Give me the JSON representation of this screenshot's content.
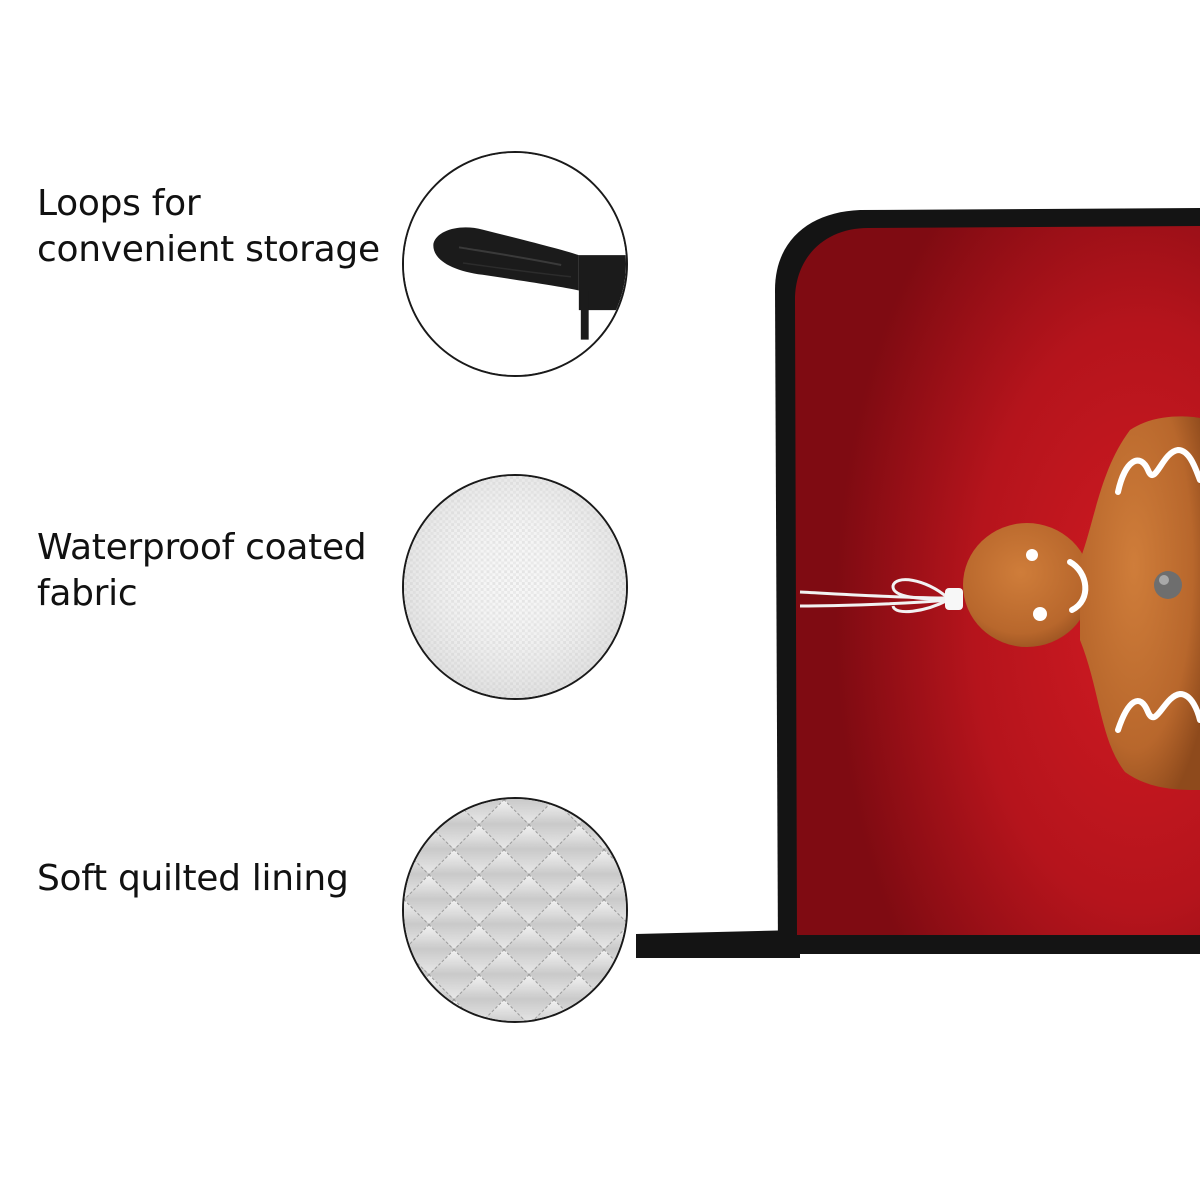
{
  "features": [
    {
      "lines": [
        "Loops for",
        "convenient storage"
      ],
      "icon": "hanging-loop-icon"
    },
    {
      "lines": [
        "Waterproof coated",
        "fabric"
      ],
      "icon": "coated-fabric-icon"
    },
    {
      "lines": [
        "Soft quilted lining"
      ],
      "icon": "quilted-lining-icon"
    }
  ],
  "colors": {
    "text": "#111111",
    "binding": "#141414",
    "mitt_red": "#b5141c",
    "cookie": "#b8672c",
    "icing": "#ffffff"
  }
}
